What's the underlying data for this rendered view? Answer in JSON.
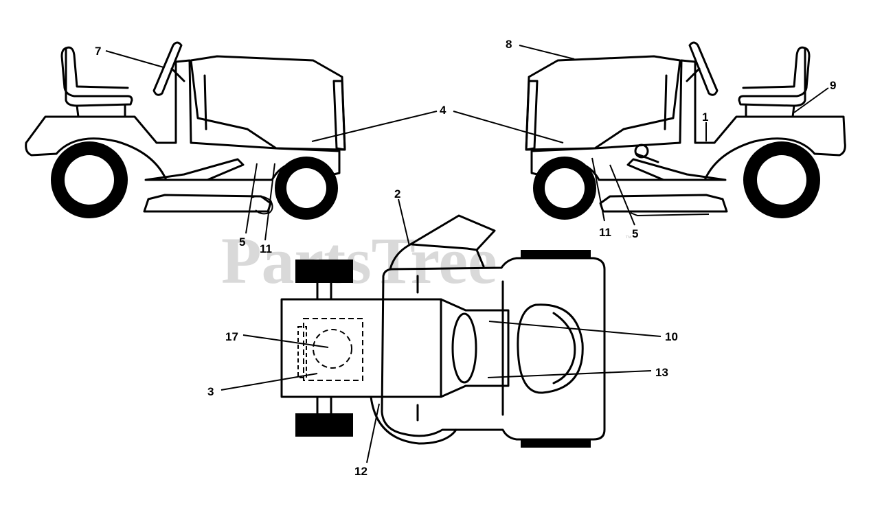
{
  "watermark": {
    "text": "PartsTree",
    "trademark": "™"
  },
  "callouts": {
    "c1": "1",
    "c2": "2",
    "c3": "3",
    "c4": "4",
    "c5_left": "5",
    "c5_right": "5",
    "c7": "7",
    "c8": "8",
    "c9": "9",
    "c10": "10",
    "c11_left": "11",
    "c11_right": "11",
    "c12": "12",
    "c13": "13",
    "c17": "17"
  }
}
